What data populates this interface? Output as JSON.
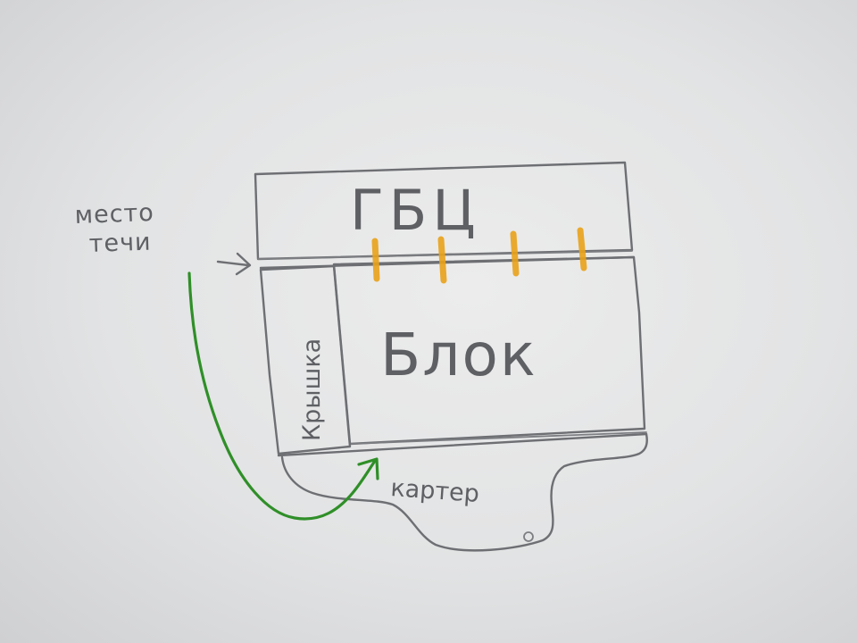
{
  "labels": {
    "head": "ГБЦ",
    "block": "Блок",
    "cover": "Крышка",
    "oil_pan": "картер",
    "leak_place_line1": "место",
    "leak_place_line2": "течи"
  },
  "colors": {
    "paper": "#e6e7e8",
    "pencil": "#6d6f73",
    "gasket_marks": "#e9a21a",
    "leak_arrow": "#2f8f28"
  },
  "icons": [
    "arrow-to-gasket-icon",
    "arrow-to-pan-icon",
    "drain-plug-icon"
  ]
}
